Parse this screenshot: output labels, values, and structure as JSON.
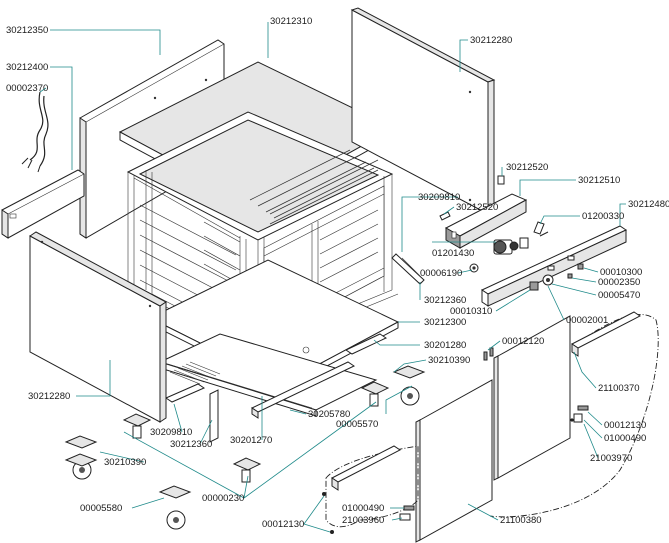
{
  "labels": [
    "30212350",
    "30212400",
    "00002370",
    "30212310",
    "30212280",
    "30212520",
    "30212510",
    "30212480",
    "30209810",
    "30212520",
    "01200330",
    "01201430",
    "00006190",
    "00010300",
    "00002350",
    "00005470",
    "30212360",
    "30212300",
    "00010310",
    "00002001",
    "30201280",
    "00012120",
    "30210390",
    "30212280",
    "00005570",
    "21100370",
    "30205780",
    "30209810",
    "30212360",
    "30201270",
    "00012130",
    "01000490",
    "30210390",
    "21003970",
    "00000230",
    "00005580",
    "01000490",
    "21003960",
    "21100380",
    "00012130"
  ]
}
